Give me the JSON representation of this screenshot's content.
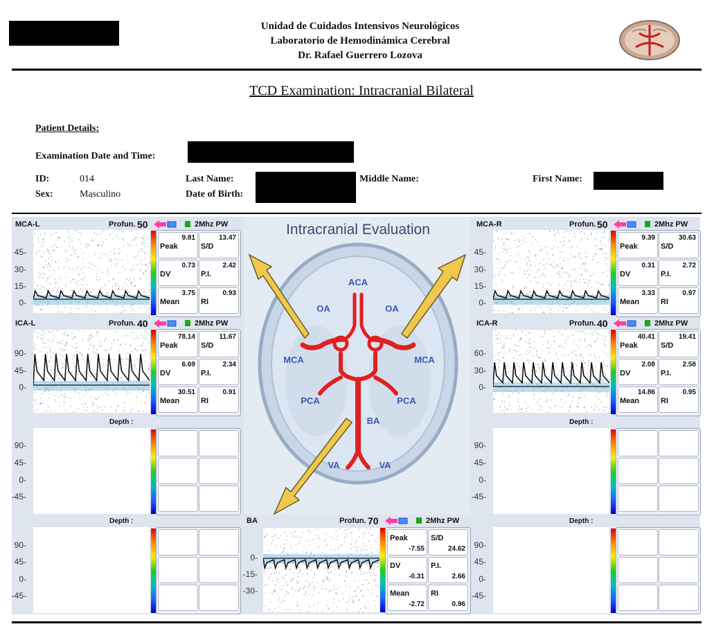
{
  "header": {
    "line1": "Unidad de Cuidados Intensivos Neurológicos",
    "line2": "Laboratorio de Hemodinámica Cerebral",
    "line3": "Dr. Rafael Guerrero Lozova"
  },
  "title": "TCD Examination: Intracranial Bilateral",
  "patient": {
    "section": "Patient Details:",
    "exam_label": "Examination Date and Time:",
    "id_label": "ID:",
    "id_value": "014",
    "sex_label": "Sex:",
    "sex_value": "Masculino",
    "last_label": "Last Name:",
    "dob_label": "Date of Birth:",
    "middle_label": "Middle Name:",
    "first_label": "First Name:"
  },
  "diagram": {
    "title": "Intracranial Evaluation",
    "labels": {
      "aca": "ACA",
      "oa_l": "OA",
      "oa_r": "OA",
      "mca_l": "MCA",
      "mca_r": "MCA",
      "pca_l": "PCA",
      "pca_r": "PCA",
      "ba": "BA",
      "va_l": "VA",
      "va_r": "VA"
    }
  },
  "panels": {
    "mca_l": {
      "name": "MCA-L",
      "profun": "Profun.",
      "depth": "50",
      "mode": "2Mhz PW",
      "ticks": [
        "45-",
        "30-",
        "15-",
        "0-"
      ],
      "peak": "9.81",
      "sd": "13.47",
      "dv": "0.73",
      "pi": "2.42",
      "mean": "3.75",
      "ri": "0.93"
    },
    "ica_l": {
      "name": "ICA-L",
      "profun": "Profun.",
      "depth": "40",
      "mode": "2Mhz PW",
      "ticks": [
        "90-",
        "45-",
        "0-"
      ],
      "peak": "78.14",
      "sd": "11.67",
      "dv": "6.69",
      "pi": "2.34",
      "mean": "30.51",
      "ri": "0.91"
    },
    "mca_r": {
      "name": "MCA-R",
      "profun": "Profun.",
      "depth": "50",
      "mode": "2Mhz PW",
      "ticks": [
        "45-",
        "30-",
        "15-",
        "0-"
      ],
      "peak": "9.39",
      "sd": "30.63",
      "dv": "0.31",
      "pi": "2.72",
      "mean": "3.33",
      "ri": "0.97"
    },
    "ica_r": {
      "name": "ICA-R",
      "profun": "Profun.",
      "depth": "40",
      "mode": "2Mhz PW",
      "ticks": [
        "60-",
        "30-",
        "0-"
      ],
      "peak": "40.41",
      "sd": "19.41",
      "dv": "2.08",
      "pi": "2.58",
      "mean": "14.86",
      "ri": "0.95"
    },
    "ba": {
      "name": "BA",
      "profun": "Profun.",
      "depth": "70",
      "mode": "2Mhz PW",
      "ticks": [
        "0-",
        "-15-",
        "-30-"
      ],
      "peak": "-7.55",
      "sd": "24.62",
      "dv": "-0.31",
      "pi": "2.66",
      "mean": "-2.72",
      "ri": "0.96"
    }
  },
  "empty_panels": {
    "depth_label": "Depth :",
    "ticks": [
      "90-",
      "45-",
      "0-",
      "-45-"
    ]
  },
  "cell_labels": {
    "peak": "Peak",
    "sd": "S/D",
    "dv": "DV",
    "pi": "P.I.",
    "mean": "Mean",
    "ri": "RI"
  },
  "colors": {
    "panel_bg": "#dfe5ef",
    "vessel": "#e02020",
    "arrow": "#f0c850"
  }
}
